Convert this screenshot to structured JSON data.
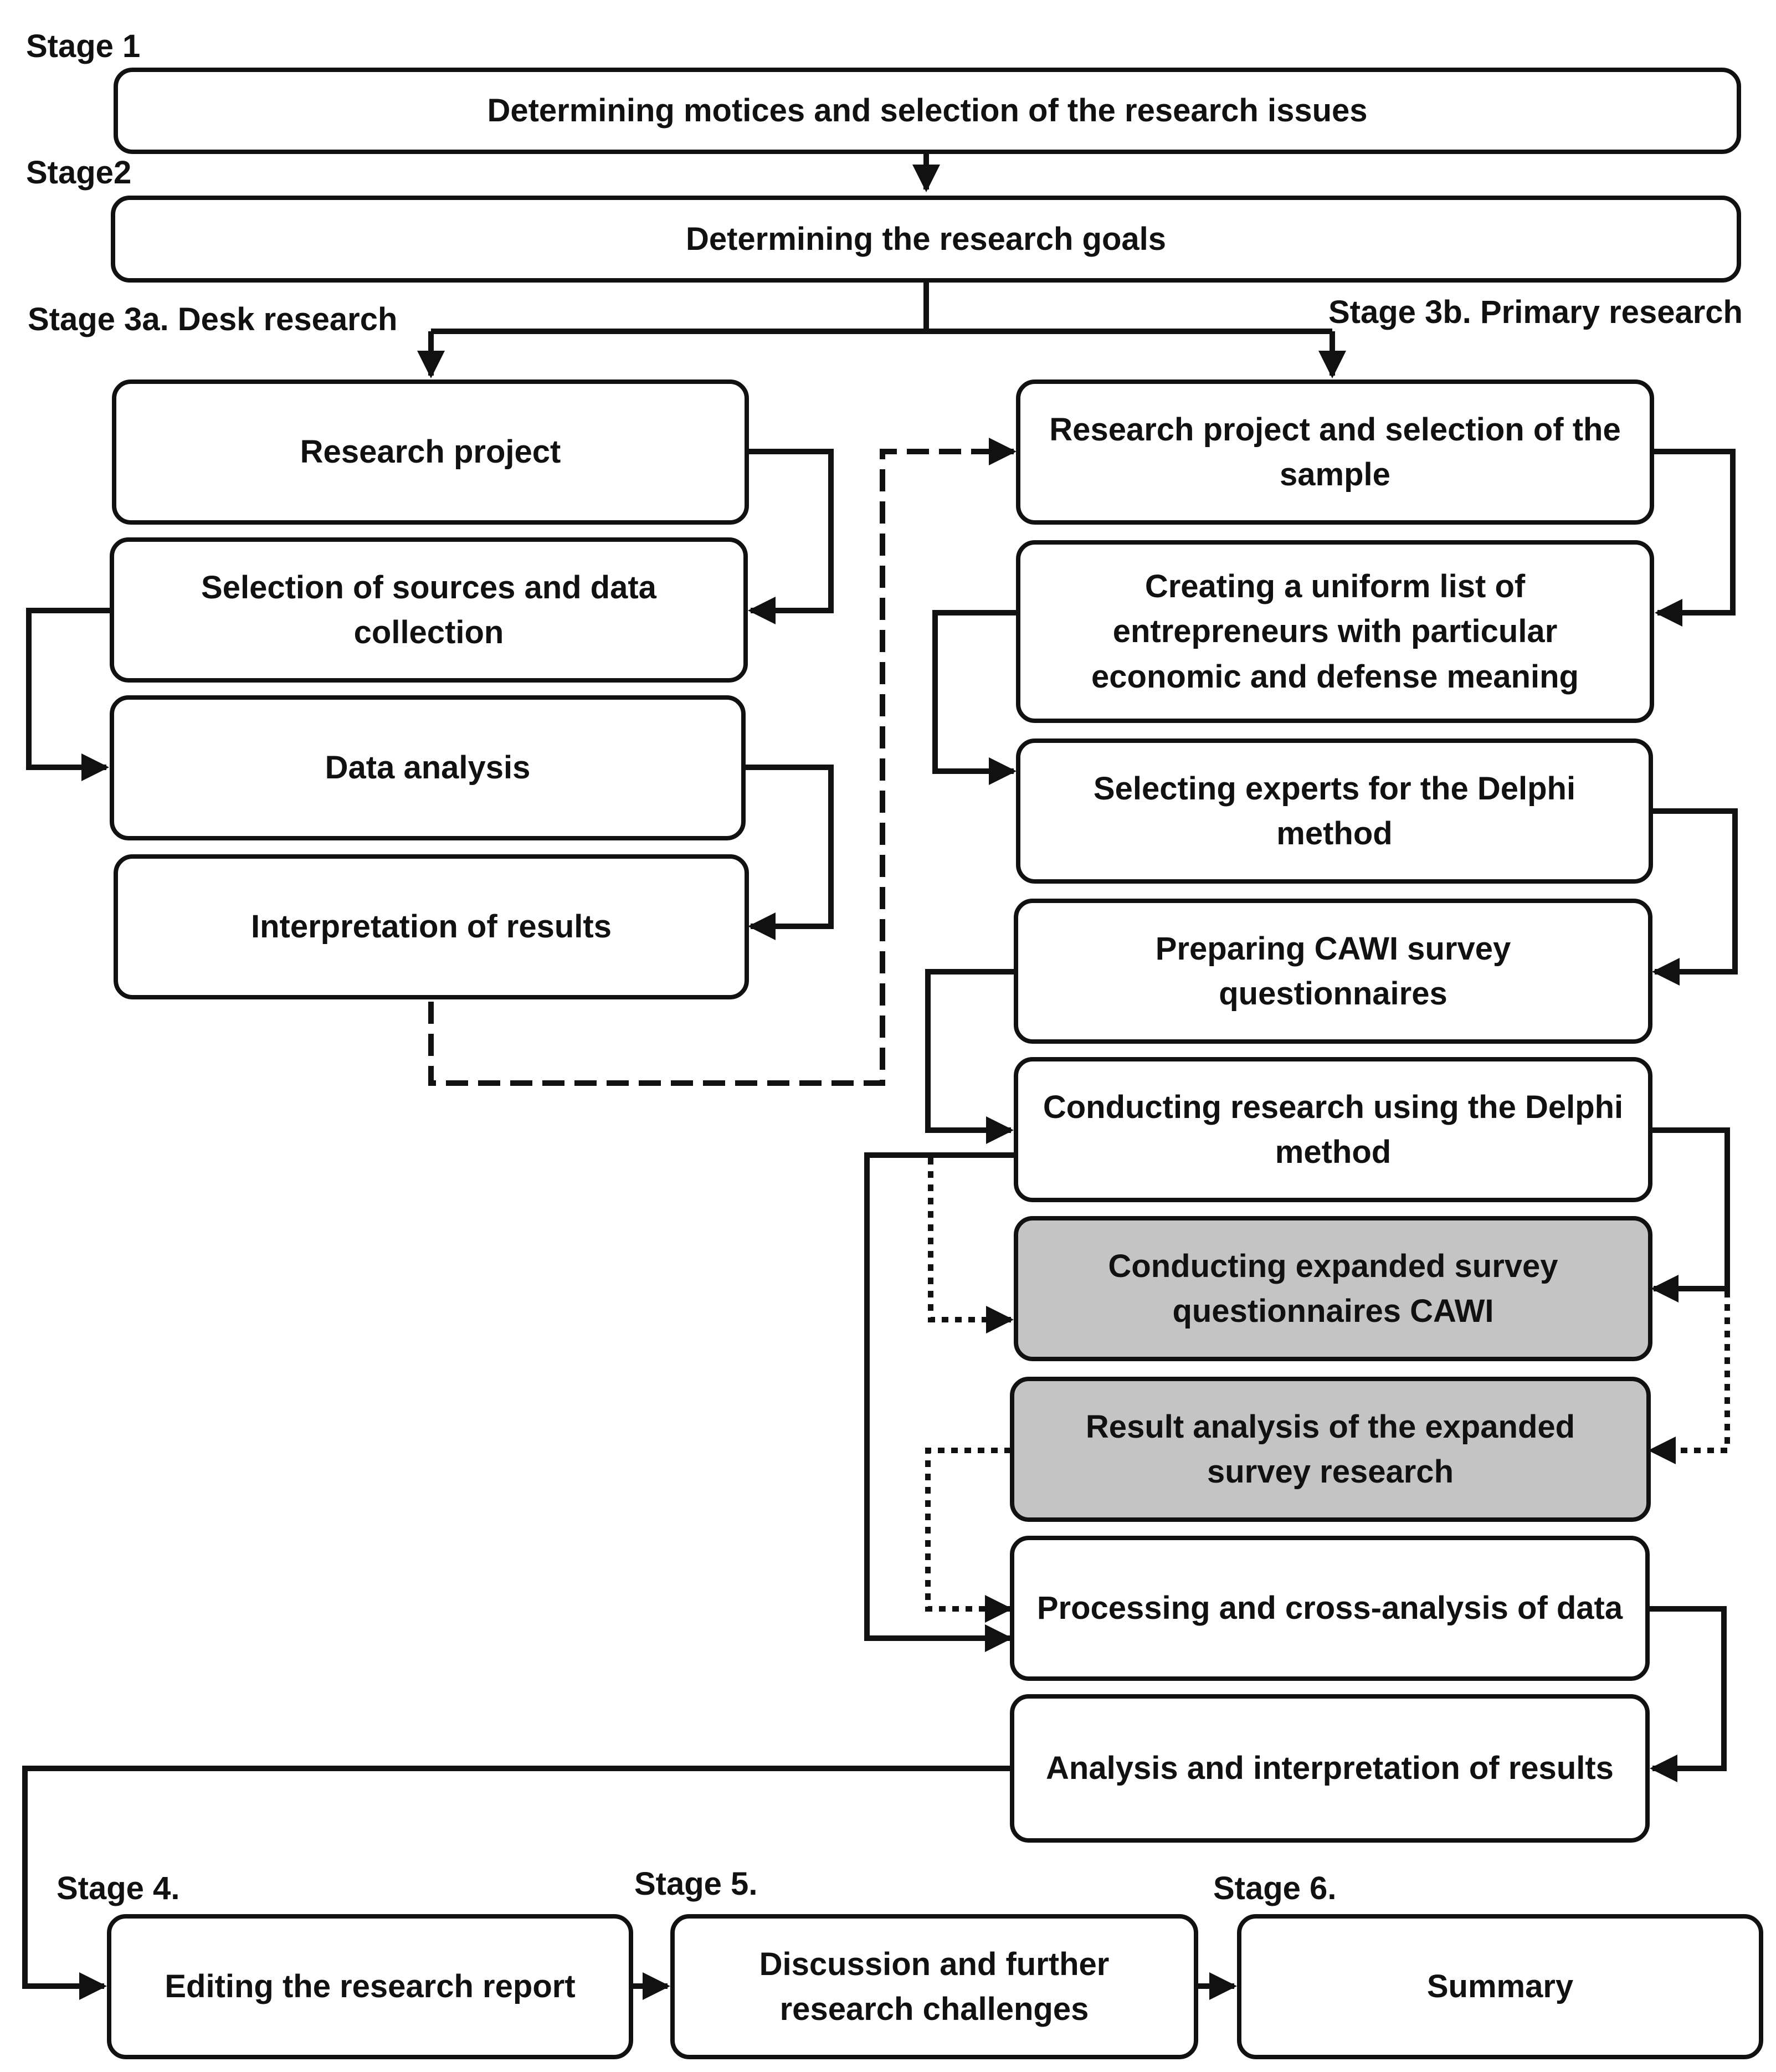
{
  "stages": {
    "s1": "Stage 1",
    "s2": "Stage2",
    "s3a": "Stage 3a. Desk research",
    "s3b": "Stage 3b. Primary research",
    "s4": "Stage 4.",
    "s5": "Stage 5.",
    "s6": "Stage 6."
  },
  "boxes": {
    "motives": "Determining motices and selection of the research issues",
    "goals": "Determining the research goals",
    "desk_project": "Research project",
    "desk_sources": "Selection of sources and data collection",
    "desk_analysis": "Data analysis",
    "desk_interpretation": "Interpretation of results",
    "prim_project": "Research project and selection of the sample",
    "prim_list": "Creating a uniform list of entrepreneurs with particular economic and defense meaning",
    "prim_experts": "Selecting experts for the Delphi method",
    "prim_cawi_prep": "Preparing CAWI survey questionnaires",
    "prim_delphi": "Conducting research using the Delphi method",
    "prim_cawi_expanded": "Conducting expanded survey questionnaires CAWI",
    "prim_result_analysis": "Result analysis of the expanded survey research",
    "prim_processing": "Processing and cross-analysis of data",
    "prim_interpretation": "Analysis and interpretation of results",
    "report": "Editing the research report",
    "discussion": "Discussion and further research challenges",
    "summary": "Summary"
  },
  "colors": {
    "line": "#111111",
    "highlight_fill": "#c4c4c4",
    "box_fill": "#ffffff"
  }
}
